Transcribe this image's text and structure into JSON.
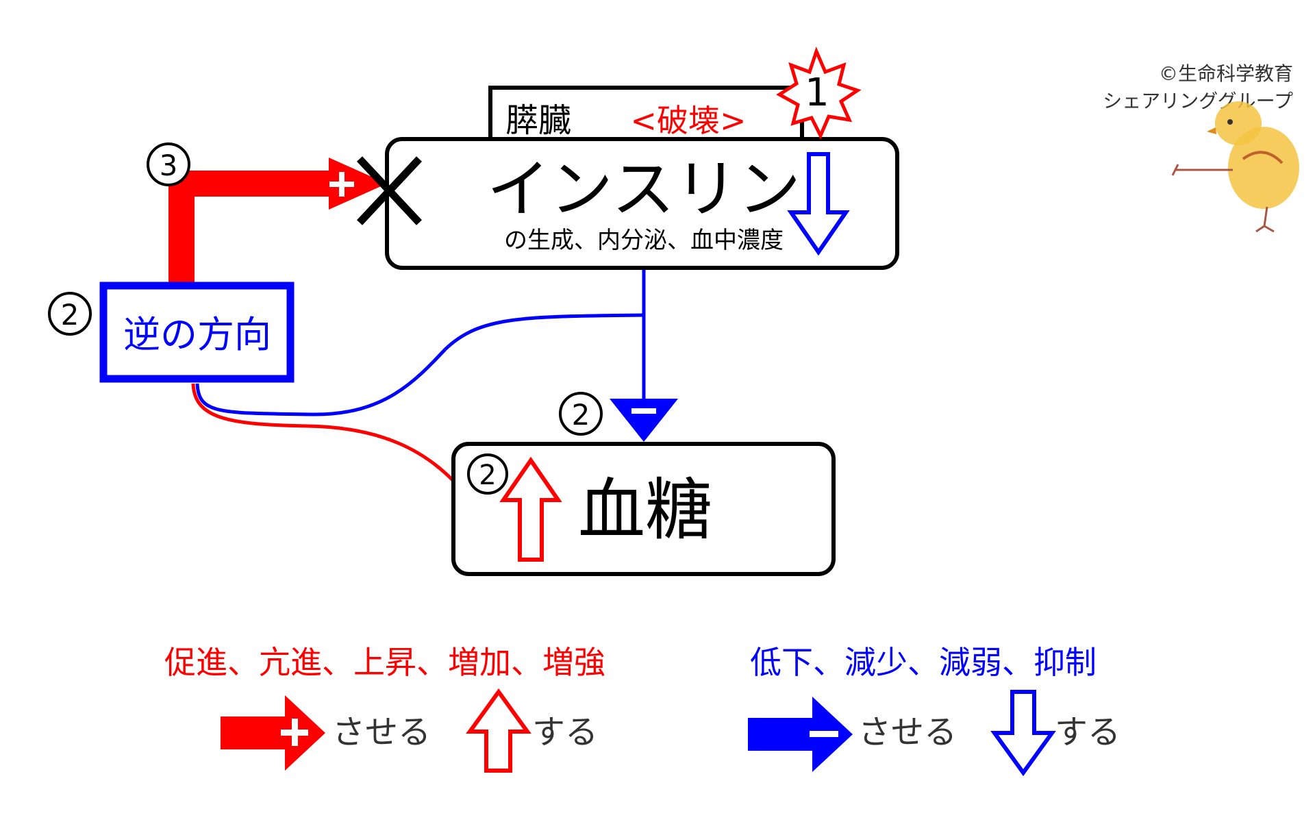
{
  "copyright": {
    "line1": "©生命科学教育",
    "line2": "シェアリンググループ"
  },
  "organ": {
    "label": "膵臓",
    "status": "<破壊>"
  },
  "insulin": {
    "title": "インスリン",
    "subtitle": "の生成、内分泌、血中濃度"
  },
  "blood_sugar": {
    "title": "血糖"
  },
  "reverse_box": {
    "label": "逆の方向"
  },
  "markers": {
    "star": "1",
    "plus": "+",
    "minus": "−",
    "step2_box": "②",
    "step2_minus": "②",
    "step2_sugar": "②",
    "step3": "③"
  },
  "legend": {
    "red_words": "促進、亢進、上昇、増加、増強",
    "blue_words": "低下、減少、減弱、抑制",
    "red_arrow_caption": "させる",
    "red_up_caption": "する",
    "blue_arrow_caption": "させる",
    "blue_down_caption": "する"
  },
  "colors": {
    "red": "#ff0000",
    "blue": "#0000ff",
    "black": "#000000",
    "chick_yellow": "#f5c342"
  },
  "icons": {
    "star": "explosion-star-icon",
    "block": "x-mark-icon",
    "chick": "chick-mascot-icon"
  }
}
